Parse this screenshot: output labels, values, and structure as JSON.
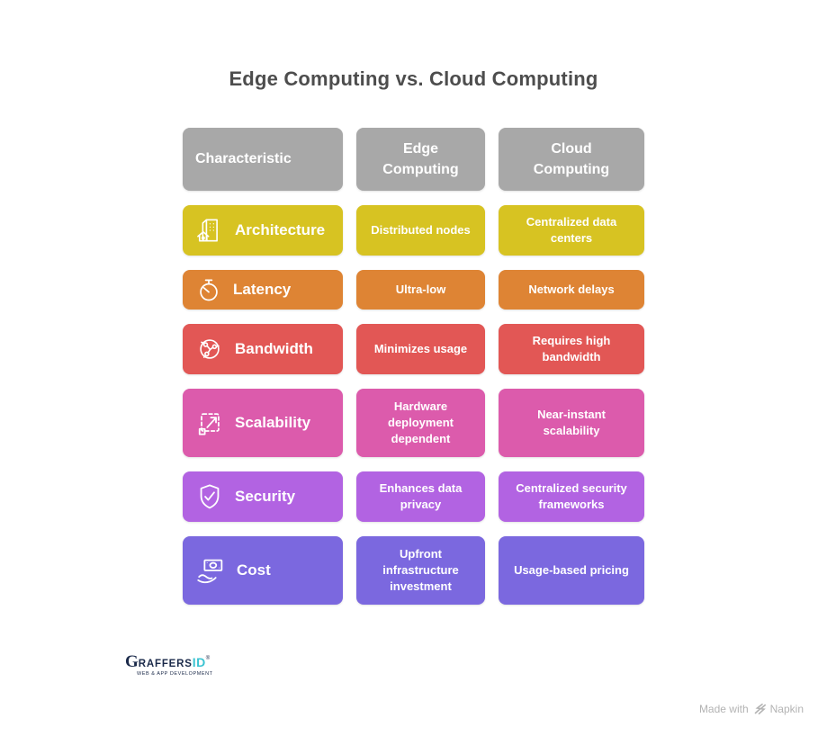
{
  "title": "Edge Computing vs. Cloud Computing",
  "table": {
    "header_color": "#a8a8a8",
    "headers": [
      {
        "label": "Characteristic"
      },
      {
        "label": "Edge Computing"
      },
      {
        "label": "Cloud Computing"
      }
    ],
    "rows": [
      {
        "characteristic": "Architecture",
        "icon": "building-house-icon",
        "edge": "Distributed nodes",
        "cloud": "Centralized data centers",
        "color": "#d7c322"
      },
      {
        "characteristic": "Latency",
        "icon": "stopwatch-icon",
        "edge": "Ultra-low",
        "cloud": "Network delays",
        "color": "#de8434"
      },
      {
        "characteristic": "Bandwidth",
        "icon": "network-globe-icon",
        "edge": "Minimizes usage",
        "cloud": "Requires high bandwidth",
        "color": "#e25755"
      },
      {
        "characteristic": "Scalability",
        "icon": "expand-arrows-icon",
        "edge": "Hardware deployment dependent",
        "cloud": "Near-instant scalability",
        "color": "#dc5bac"
      },
      {
        "characteristic": "Security",
        "icon": "shield-check-icon",
        "edge": "Enhances data privacy",
        "cloud": "Centralized security frameworks",
        "color": "#b263e2"
      },
      {
        "characteristic": "Cost",
        "icon": "money-hand-icon",
        "edge": "Upfront infrastructure investment",
        "cloud": "Usage-based pricing",
        "color": "#7b68df"
      }
    ]
  },
  "footer": {
    "logo": {
      "brand_g": "G",
      "brand_mid": "RAFFERS",
      "brand_id": "ID",
      "trademark": "®",
      "tagline": "WEB & APP DEVELOPMENT"
    },
    "credit": {
      "prefix": "Made with",
      "brand": "Napkin"
    }
  },
  "colors": {
    "title_text": "#4d4d4d",
    "card_text": "#ffffff",
    "logo_navy": "#1b2a4a",
    "logo_teal": "#3bc3d2",
    "credit_gray": "#b3b3b3"
  }
}
